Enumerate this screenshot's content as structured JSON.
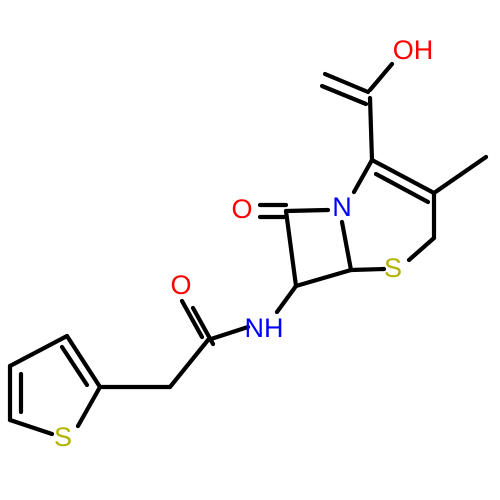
{
  "colors": {
    "bond": "#000000",
    "oxygen": "#ff0000",
    "nitrogen": "#0000ff",
    "sulfur": "#b3b300",
    "background": "#ffffff"
  },
  "atoms": {
    "carboxyl_oh": "OH",
    "lactam_o": "O",
    "amide_o": "O",
    "ring_n": "N",
    "amide_nh": "NH",
    "ring_s": "S",
    "thiophene_s": "S"
  }
}
